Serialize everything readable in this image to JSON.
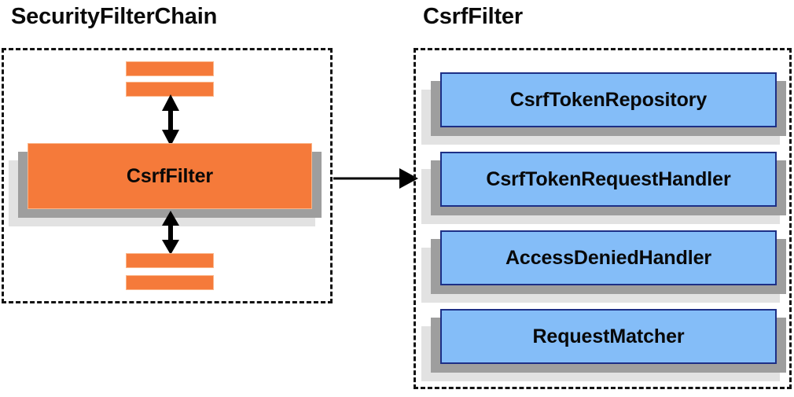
{
  "diagram": {
    "title_left": "SecurityFilterChain",
    "title_right": "CsrfFilter",
    "colors": {
      "orange_fill": "#f57a3a",
      "orange_border": "#fbb68a",
      "blue_fill": "#84bdf8",
      "blue_border": "#1d2f86",
      "shadow_mid": "#9e9e9e",
      "shadow_back": "#e2e2e2",
      "panel_border": "#121212",
      "text": "#080808",
      "background": "#ffffff"
    },
    "left_panel": {
      "name": "SecurityFilterChain",
      "filter_box_label": "CsrfFilter",
      "bars_above": 2,
      "bars_below": 2,
      "arrow_above_label": "",
      "arrow_below_label": ""
    },
    "right_panel": {
      "name": "CsrfFilter",
      "components": [
        {
          "label": "CsrfTokenRepository"
        },
        {
          "label": "CsrfTokenRequestHandler"
        },
        {
          "label": "AccessDeniedHandler"
        },
        {
          "label": "RequestMatcher"
        }
      ]
    },
    "connector": {
      "from": "CsrfFilter",
      "to": "CsrfFilter detail panel",
      "style": "single-headed-arrow"
    }
  }
}
